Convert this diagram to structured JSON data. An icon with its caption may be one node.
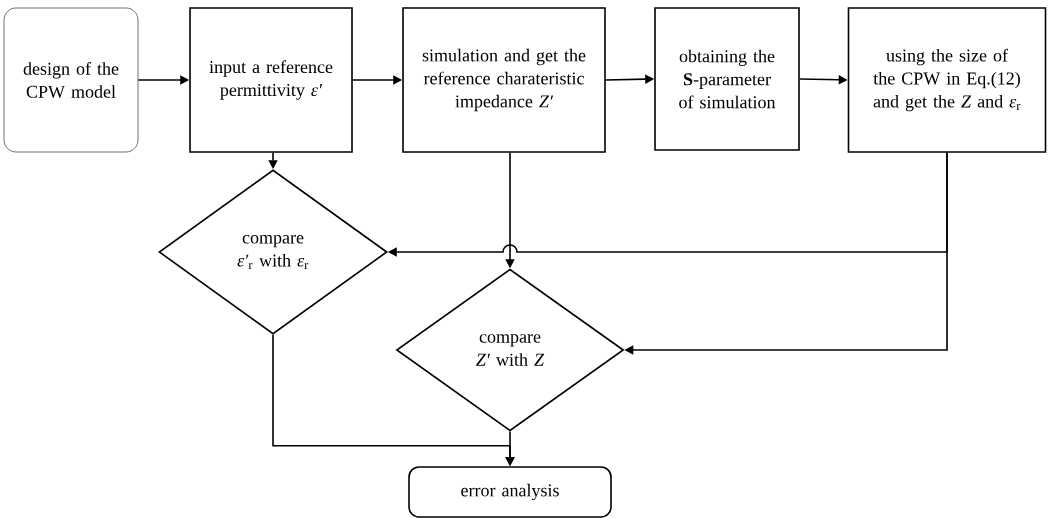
{
  "diagram": {
    "nodes": [
      {
        "text": [
          "design of the CPW model"
        ]
      },
      {
        "text": [
          "input a reference permittivity *ε′*"
        ]
      },
      {
        "text": [
          "simulation and get the reference charateristic impedance *Z′*"
        ]
      },
      {
        "text": [
          "obtaining the **S**-parameter of simulation"
        ]
      },
      {
        "text": [
          "using the size of the CPW in Eq.(12) and get the *Z* and *ε*$_{r}$"
        ]
      },
      {
        "text": [
          "compare *ε′*$_{r}$ with *ε*$_{r}$"
        ]
      },
      {
        "text": [
          "compare *Z′* with *Z*"
        ]
      },
      {
        "text": [
          "error analysis"
        ]
      }
    ],
    "edges": [
      {
        "from": 0,
        "to": 1,
        "arrow": "to"
      },
      {
        "from": 1,
        "to": 2,
        "arrow": "to"
      },
      {
        "from": 2,
        "to": 3,
        "arrow": "to"
      },
      {
        "from": 3,
        "to": 4,
        "arrow": "to"
      },
      {
        "from": 1,
        "to": 5,
        "arrow": "to"
      },
      {
        "from": 2,
        "to": 6,
        "arrow": "to"
      },
      {
        "from": 4,
        "to": 5,
        "arrow": "to"
      },
      {
        "from": 4,
        "to": 6,
        "arrow": "to"
      },
      {
        "from": 5,
        "to": 7,
        "arrow": "to"
      },
      {
        "from": 6,
        "to": 7,
        "arrow": "to"
      }
    ]
  }
}
